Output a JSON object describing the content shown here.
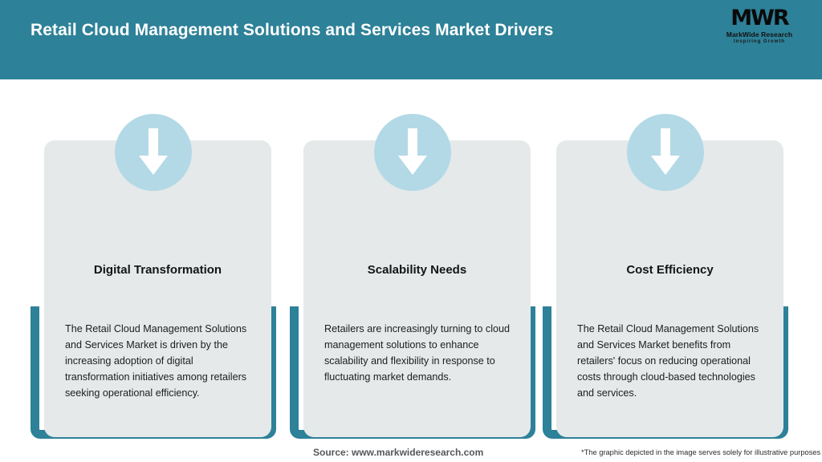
{
  "header": {
    "title": "Retail Cloud Management Solutions and Services Market Drivers",
    "background_color": "#2d8198",
    "title_color": "#ffffff",
    "logo": {
      "mark": "MWR",
      "name": "MarkWide Research",
      "tagline": "Inspiring Growth"
    }
  },
  "cards": [
    {
      "icon": "arrow-down-icon",
      "title": "Digital Transformation",
      "body": "The Retail Cloud Management Solutions and Services Market is driven by the increasing adoption of digital transformation initiatives among retailers seeking operational efficiency."
    },
    {
      "icon": "arrow-down-icon",
      "title": "Scalability Needs",
      "body": "Retailers are increasingly turning to cloud management solutions to enhance scalability and flexibility in response to fluctuating market demands."
    },
    {
      "icon": "arrow-down-icon",
      "title": "Cost Efficiency",
      "body": "The Retail Cloud Management Solutions and Services Market benefits from retailers' focus on reducing operational costs through cloud-based technologies and services."
    }
  ],
  "footer": {
    "source": "Source: www.markwideresearch.com",
    "disclaimer": "*The graphic depicted in the image serves solely for illustrative purposes"
  },
  "colors": {
    "accent_teal": "#2d8198",
    "card_background": "#e5e9ea",
    "icon_circle": "#b3d9e6",
    "icon_arrow": "#ffffff"
  }
}
